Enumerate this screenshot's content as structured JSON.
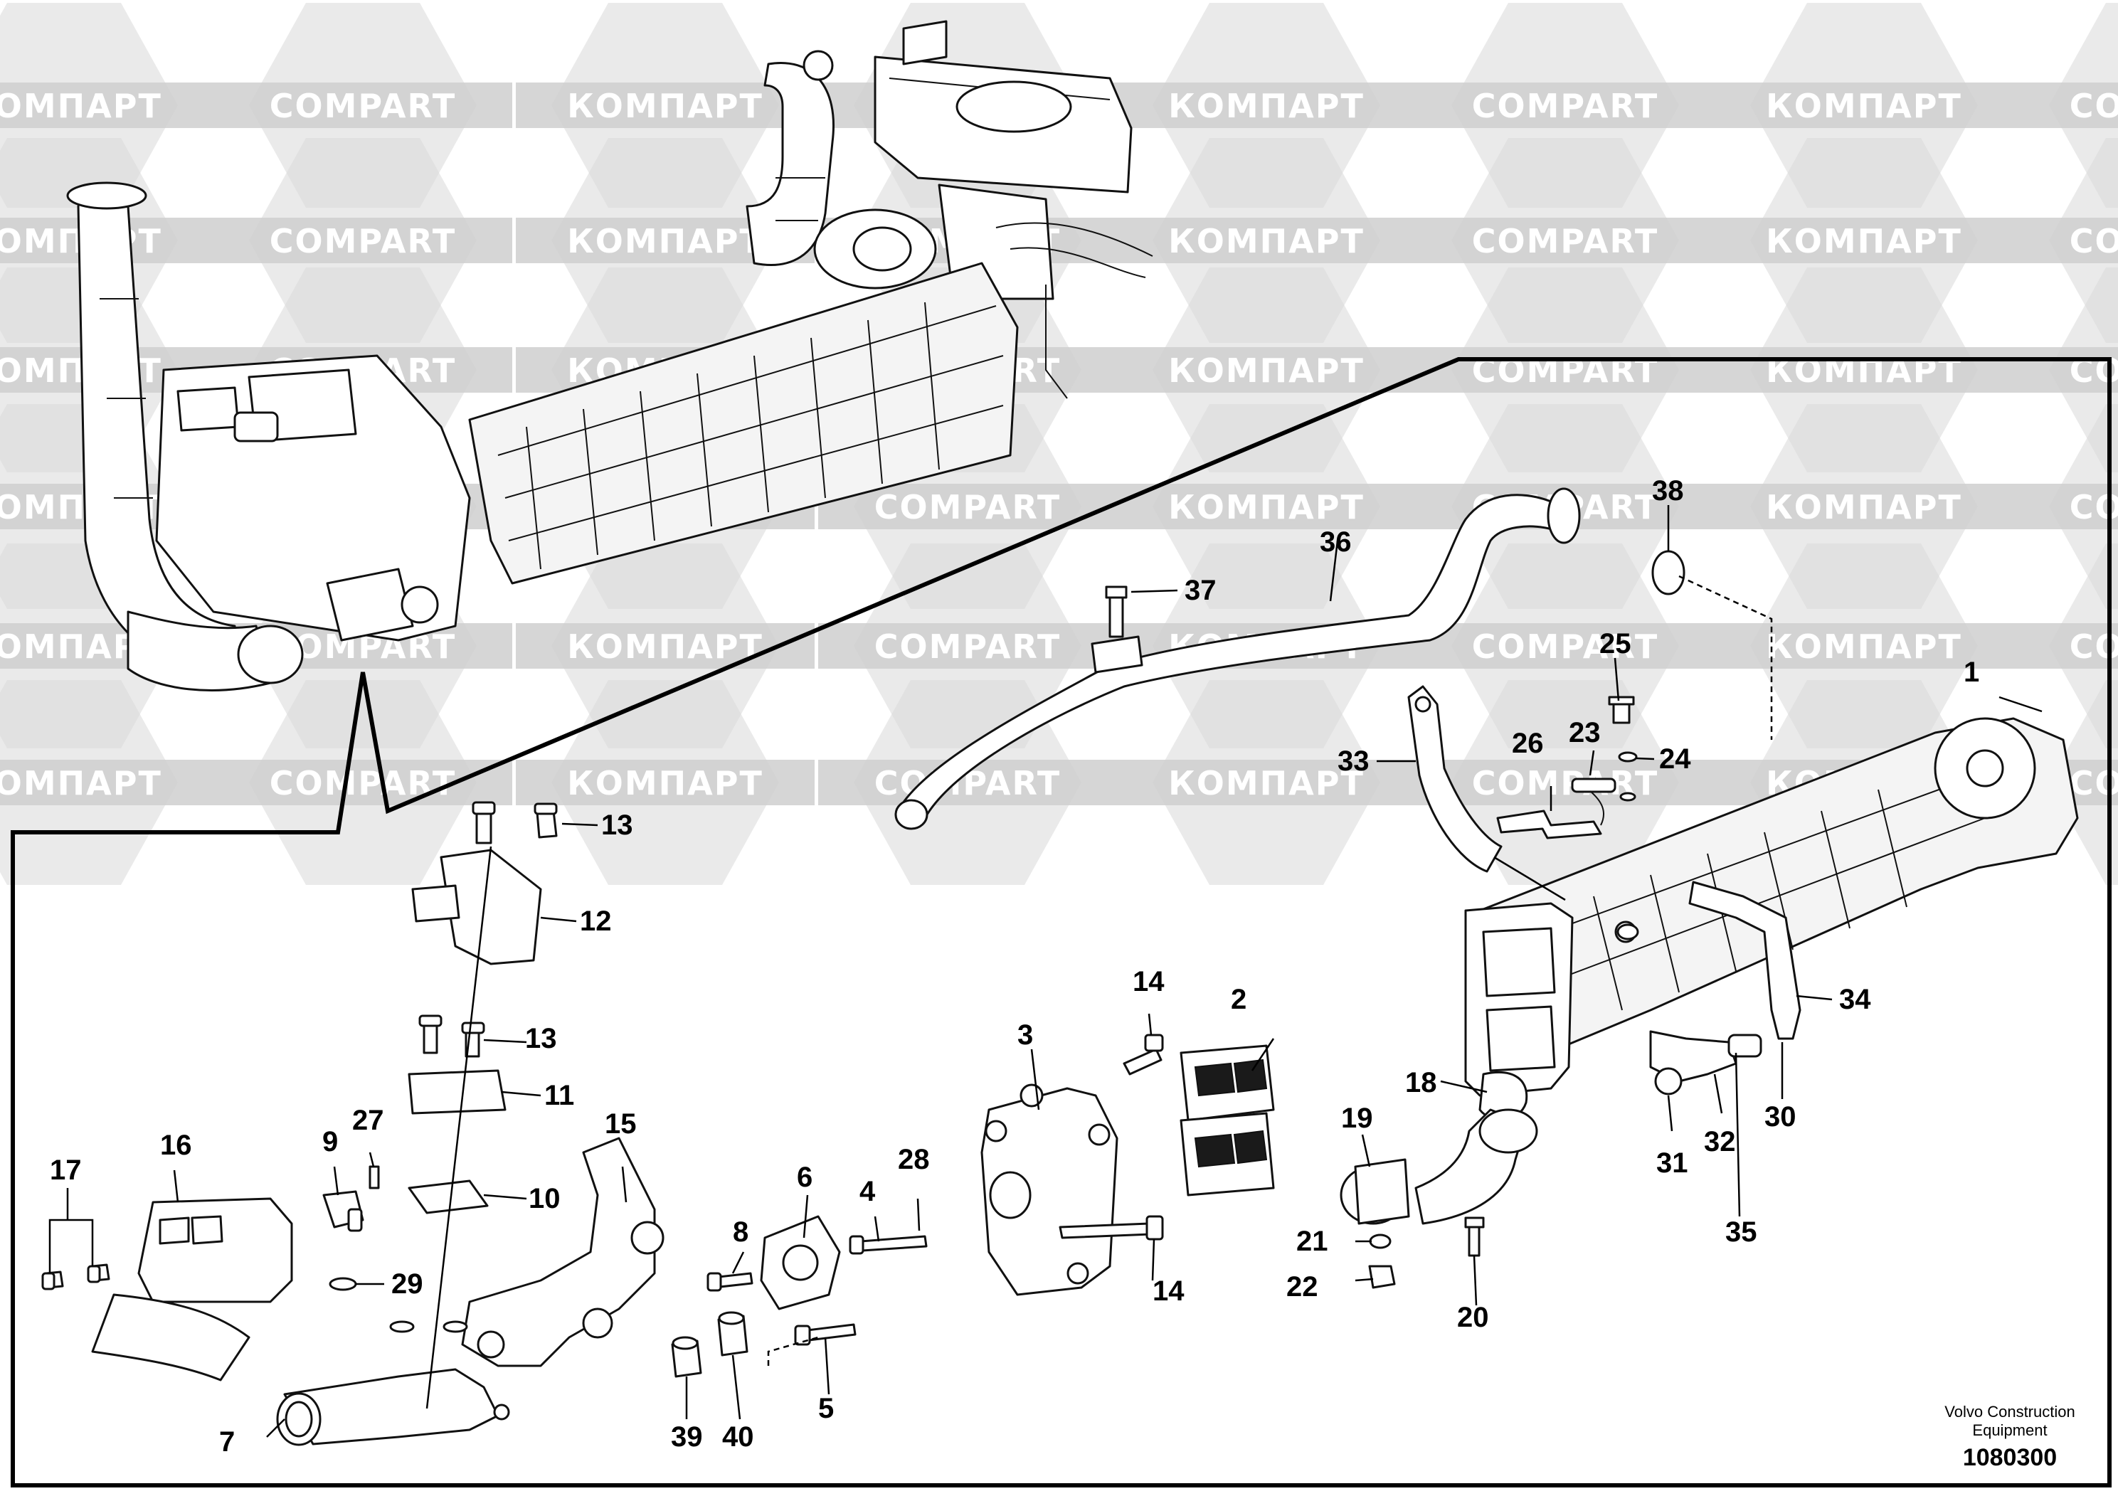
{
  "watermark": {
    "text_latin": "COMPART",
    "text_cyrillic": "КОМПАРТ"
  },
  "callouts": [
    {
      "id": "1",
      "label": "1"
    },
    {
      "id": "2",
      "label": "2"
    },
    {
      "id": "3",
      "label": "3"
    },
    {
      "id": "4",
      "label": "4"
    },
    {
      "id": "5",
      "label": "5"
    },
    {
      "id": "6",
      "label": "6"
    },
    {
      "id": "7",
      "label": "7"
    },
    {
      "id": "8",
      "label": "8"
    },
    {
      "id": "9",
      "label": "9"
    },
    {
      "id": "10",
      "label": "10"
    },
    {
      "id": "11",
      "label": "11"
    },
    {
      "id": "12",
      "label": "12"
    },
    {
      "id": "13a",
      "label": "13"
    },
    {
      "id": "13b",
      "label": "13"
    },
    {
      "id": "14a",
      "label": "14"
    },
    {
      "id": "14b",
      "label": "14"
    },
    {
      "id": "15",
      "label": "15"
    },
    {
      "id": "16",
      "label": "16"
    },
    {
      "id": "17",
      "label": "17"
    },
    {
      "id": "18",
      "label": "18"
    },
    {
      "id": "19",
      "label": "19"
    },
    {
      "id": "20",
      "label": "20"
    },
    {
      "id": "21",
      "label": "21"
    },
    {
      "id": "22",
      "label": "22"
    },
    {
      "id": "23",
      "label": "23"
    },
    {
      "id": "24",
      "label": "24"
    },
    {
      "id": "25",
      "label": "25"
    },
    {
      "id": "26",
      "label": "26"
    },
    {
      "id": "27",
      "label": "27"
    },
    {
      "id": "28",
      "label": "28"
    },
    {
      "id": "29",
      "label": "29"
    },
    {
      "id": "30",
      "label": "30"
    },
    {
      "id": "31",
      "label": "31"
    },
    {
      "id": "32",
      "label": "32"
    },
    {
      "id": "33",
      "label": "33"
    },
    {
      "id": "34",
      "label": "34"
    },
    {
      "id": "35",
      "label": "35"
    },
    {
      "id": "36",
      "label": "36"
    },
    {
      "id": "37",
      "label": "37"
    },
    {
      "id": "38",
      "label": "38"
    },
    {
      "id": "39",
      "label": "39"
    },
    {
      "id": "40",
      "label": "40"
    }
  ],
  "caption": {
    "line1": "Volvo Construction",
    "line2": "Equipment",
    "doc_number": "1080300"
  }
}
